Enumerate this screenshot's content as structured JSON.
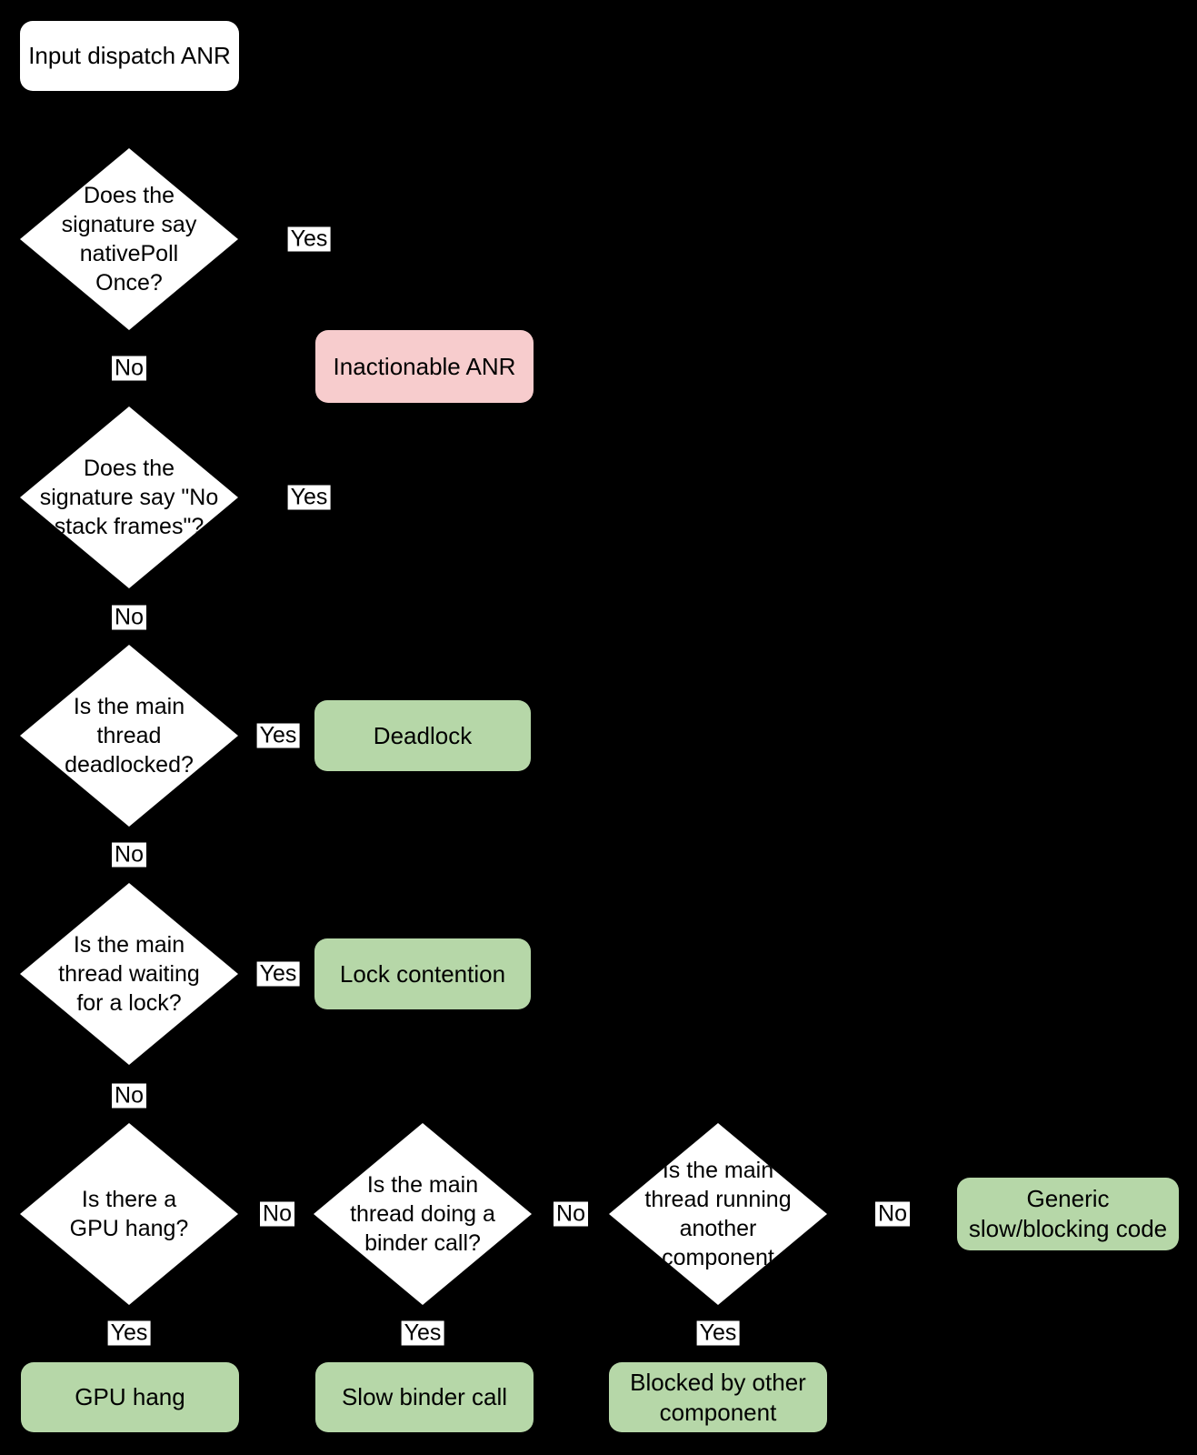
{
  "colors": {
    "background": "#000000",
    "decision_fill": "#ffffff",
    "start_fill": "#ffffff",
    "outcome_positive_fill": "#b6d7a8",
    "outcome_negative_fill": "#f7cccd",
    "text": "#000000",
    "edge_label_bg": "#ffffff"
  },
  "flowchart": {
    "start": {
      "label": "Input dispatch ANR"
    },
    "decisions": {
      "native_poll": {
        "text": "Does the\nsignature say\nnativePoll\nOnce?"
      },
      "no_stack_frames": {
        "text": "Does the\nsignature say \"No\nstack frames\"?"
      },
      "deadlocked": {
        "text": "Is the main\nthread\ndeadlocked?"
      },
      "waiting_lock": {
        "text": "Is the main\nthread waiting\nfor a lock?"
      },
      "gpu_hang": {
        "text": "Is there a\nGPU hang?"
      },
      "binder_call": {
        "text": "Is the main\nthread doing a\nbinder call?"
      },
      "other_component": {
        "text": "Is the main\nthread running\nanother\ncomponent"
      }
    },
    "outcomes": {
      "inactionable": {
        "label": "Inactionable ANR",
        "type": "negative"
      },
      "deadlock": {
        "label": "Deadlock",
        "type": "positive"
      },
      "lock_contention": {
        "label": "Lock contention",
        "type": "positive"
      },
      "generic_slow": {
        "label": "Generic\nslow/blocking code",
        "type": "positive"
      },
      "gpu_hang": {
        "label": "GPU hang",
        "type": "positive"
      },
      "slow_binder": {
        "label": "Slow binder call",
        "type": "positive"
      },
      "blocked_other": {
        "label": "Blocked by other\ncomponent",
        "type": "positive"
      }
    },
    "edge_labels": {
      "d1_yes": "Yes",
      "d1_no": "No",
      "d2_yes": "Yes",
      "d2_no": "No",
      "d3_yes": "Yes",
      "d3_no": "No",
      "d4_yes": "Yes",
      "d4_no": "No",
      "d5_no": "No",
      "d5_yes": "Yes",
      "d6_no": "No",
      "d6_yes": "Yes",
      "d7_no": "No",
      "d7_yes": "Yes"
    }
  }
}
